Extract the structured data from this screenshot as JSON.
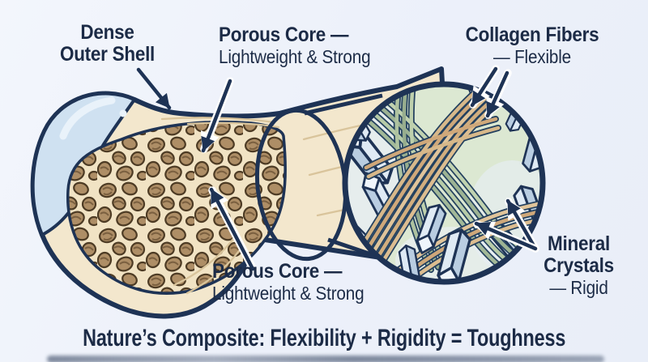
{
  "caption": {
    "text": "Nature’s Composite: Flexibility + Rigidity = Toughness"
  },
  "labels": {
    "dense_outer_shell": {
      "line1": "Dense",
      "line2": "Outer Shell"
    },
    "porous_core_top": {
      "line1": "Porous Core —",
      "line2": "Lightweight & Strong"
    },
    "collagen_fibers": {
      "line1": "Collagen Fibers",
      "line2": "— Flexible"
    },
    "porous_core_bottom": {
      "line1": "Porous Core —",
      "line2": "Lightweight & Strong"
    },
    "mineral_crystals": {
      "line1": "Mineral",
      "line2": "Crystals",
      "line3": "— Rigid"
    }
  },
  "colors": {
    "background": "#edf1fa",
    "ink": "#1c2b46",
    "outline": "#1e3355",
    "bone_surface": "#f3e7cd",
    "pore_brown": "#ae8e66",
    "cartilage_blue": "#cfe1f1",
    "crystal_blue": "#dfeaf4",
    "fiber_tan": "#d7b88a",
    "fiber_green": "#a2b898",
    "circle_bg": "#dce8d2"
  }
}
